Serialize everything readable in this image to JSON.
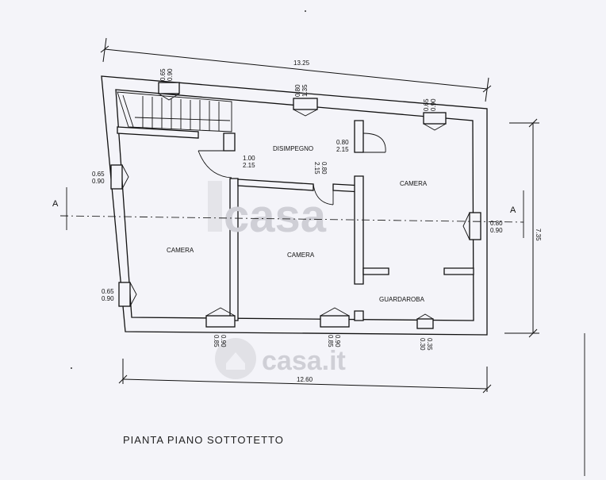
{
  "title": "PIANTA PIANO SOTTOTETTO",
  "dimensions": {
    "top_width": "13.25",
    "bottom_width": "12.60",
    "right_height": "7.35"
  },
  "rooms": {
    "disimpegno": "DISIMPEGNO",
    "camera_left": "CAMERA",
    "camera_center": "CAMERA",
    "camera_right": "CAMERA",
    "guardaroba": "GUARDAROBA"
  },
  "openings": {
    "top_window_1": "0.65\n0.90",
    "top_window_2": "0.80\n1.35",
    "top_window_3": "0.65\n0.90",
    "left_window_1": "0.65\n0.90",
    "left_window_2": "0.65\n0.90",
    "right_window": "0.80\n0.90",
    "bottom_window_1": "0.85\n0.90",
    "bottom_window_2": "0.85\n0.90",
    "bottom_window_3": "0.30\n0.35",
    "door_disimpegno_right": "0.80\n2.15",
    "door_camera_left": "1.00\n2.15",
    "door_camera_center": "0.80\n2.15"
  },
  "section_marks": {
    "left": "A",
    "right": "A"
  },
  "watermarks": {
    "center": "casa",
    "bottom": "casa.it"
  }
}
